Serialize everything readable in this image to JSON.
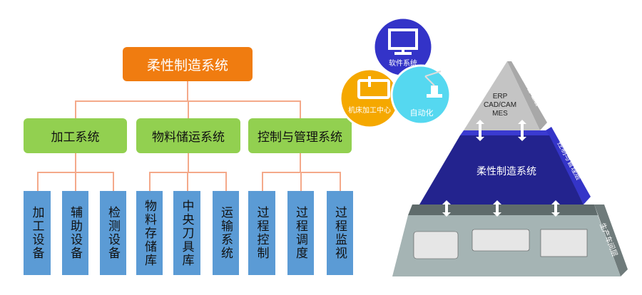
{
  "org_chart": {
    "root": "柔性制造系统",
    "groups": [
      {
        "label": "加工系统",
        "children": [
          "加工设备",
          "辅助设备",
          "检测设备"
        ]
      },
      {
        "label": "物料储运系统",
        "children": [
          "物料存储库",
          "中央刀具库",
          "运输系统"
        ]
      },
      {
        "label": "控制与管理系统",
        "children": [
          "过程控制",
          "过程调度",
          "过程监视"
        ]
      }
    ]
  },
  "circles": [
    {
      "label": "软件系统",
      "icon": "monitor-icon",
      "color": "#3333c8"
    },
    {
      "label": "机床加工中心",
      "icon": "machine-icon",
      "color": "#f5a800"
    },
    {
      "label": "自动化",
      "icon": "robot-arm-icon",
      "color": "#55d8f0"
    }
  ],
  "pyramid": {
    "top": {
      "lines": [
        "ERP",
        "CAD/CAM",
        "MES"
      ],
      "side_label": "企业管理层"
    },
    "middle": {
      "label": "柔性制造系统",
      "side_label": "控制与管理层"
    },
    "bottom": {
      "side_label": "生产车间层"
    }
  }
}
